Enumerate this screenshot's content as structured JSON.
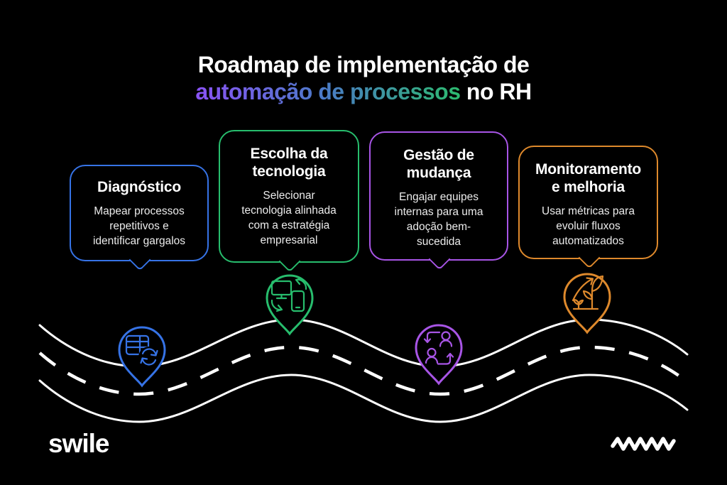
{
  "title": {
    "line1": "Roadmap de implementação de",
    "line2_highlight": "automação de processos",
    "line2_suffix": " no RH"
  },
  "steps": [
    {
      "title": "Diagnóstico",
      "body": "Mapear processos\nrepetitivos e\nidentificar gargalos",
      "color": "#3673e6",
      "icon": "table-sync-icon"
    },
    {
      "title": "Escolha da\ntecnologia",
      "body": "Selecionar\ntecnologia alinhada\ncom a estratégia\nempresarial",
      "color": "#27bd6d",
      "icon": "device-sync-icon"
    },
    {
      "title": "Gestão de\nmudança",
      "body": "Engajar equipes\ninternas para uma\nadoção bem-\nsucedida",
      "color": "#a855e6",
      "icon": "people-exchange-icon"
    },
    {
      "title": "Monitoramento\ne melhoria",
      "body": "Usar métricas para\nevoluir fluxos\nautomatizados",
      "color": "#de892c",
      "icon": "growth-plant-icon"
    }
  ],
  "colors": {
    "step1": "#3673e6",
    "step2": "#27bd6d",
    "step3": "#a855e6",
    "step4": "#de892c",
    "road": "#ffffff",
    "grad-start": "#8a52f5",
    "grad-mid": "#4b7ac8",
    "grad-end": "#2cba6e"
  },
  "footer": {
    "brand": "swile"
  }
}
